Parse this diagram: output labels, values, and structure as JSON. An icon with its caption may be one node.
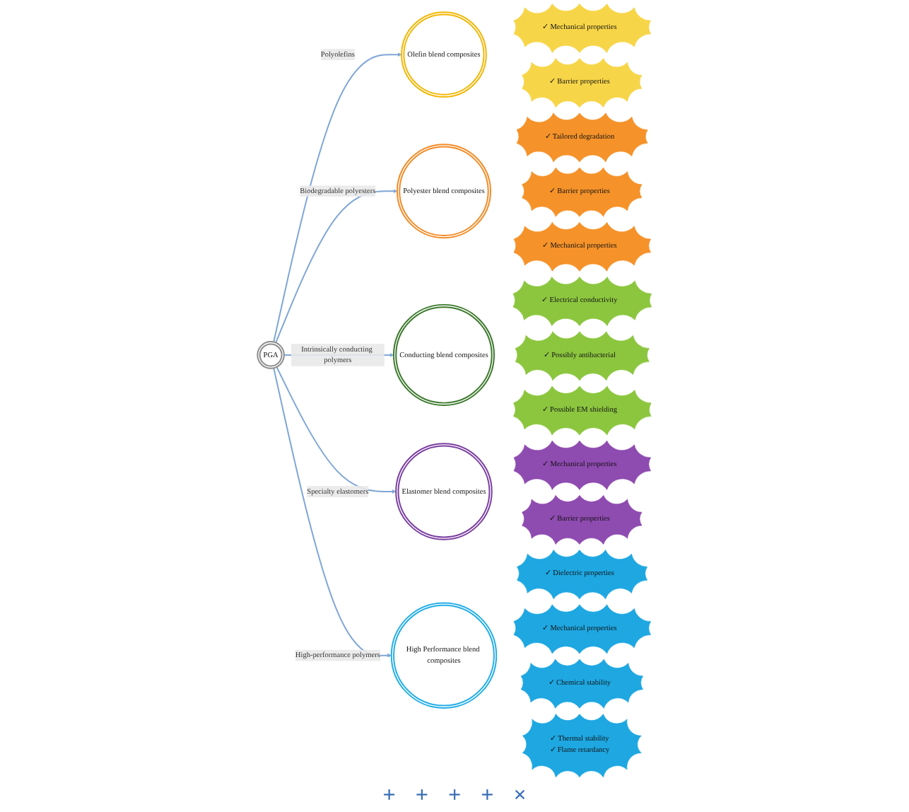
{
  "diagram": {
    "nodes": [
      {
        "text": [
          "PGA"
        ]
      },
      {
        "text": [
          "Olefin blend composites"
        ]
      },
      {
        "text": [
          "Polyester blend composites"
        ]
      },
      {
        "text": [
          "Conducting blend composites"
        ]
      },
      {
        "text": [
          "Elastomer blend composites"
        ]
      },
      {
        "text": [
          "High Performance blend composites"
        ]
      },
      {
        "text": [
          "✓ Mechanical properties"
        ]
      },
      {
        "text": [
          "✓ Barrier properties"
        ]
      },
      {
        "text": [
          "✓ Tailored degradation"
        ]
      },
      {
        "text": [
          "✓ Barrier properties"
        ]
      },
      {
        "text": [
          "✓ Mechanical properties"
        ]
      },
      {
        "text": [
          "✓ Electrical conductivity"
        ]
      },
      {
        "text": [
          "✓ Possibly antibacterial"
        ]
      },
      {
        "text": [
          "✓ Possible EM shielding"
        ]
      },
      {
        "text": [
          "✓ Mechanical properties"
        ]
      },
      {
        "text": [
          "✓ Barrier properties"
        ]
      },
      {
        "text": [
          "✓ Dielectric properties"
        ]
      },
      {
        "text": [
          "✓ Mechanical properties"
        ]
      },
      {
        "text": [
          "✓ Chemical stability"
        ]
      },
      {
        "text": [
          "✓ Thermal stability",
          "✓ Flame retardancy"
        ]
      }
    ],
    "edges": [
      {
        "from": 0,
        "to": 1,
        "arrow": "to",
        "label": "Polyolefins"
      },
      {
        "from": 0,
        "to": 2,
        "arrow": "to",
        "label": "Biodegradable polyesters"
      },
      {
        "from": 0,
        "to": 3,
        "arrow": "to",
        "label": "Intrinsically conducting polymers"
      },
      {
        "from": 0,
        "to": 4,
        "arrow": "to",
        "label": "Specialty elastomers"
      },
      {
        "from": 0,
        "to": 5,
        "arrow": "to",
        "label": "High-performance polymers"
      }
    ],
    "labels": [
      "+",
      "+",
      "+",
      "+",
      "×"
    ]
  }
}
